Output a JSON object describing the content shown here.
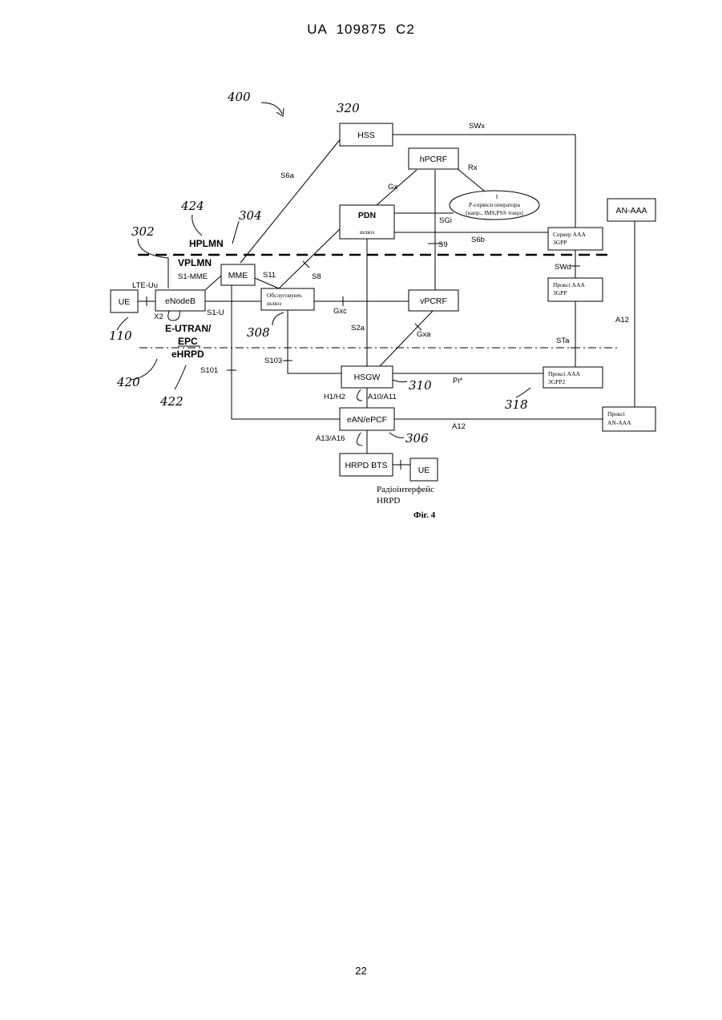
{
  "header": {
    "publication": "UA   109875   C2"
  },
  "footer": {
    "page_number": "22"
  },
  "figure": {
    "ref_numbers": {
      "r400": "400",
      "r320": "320",
      "r424": "424",
      "r304": "304",
      "r302": "302",
      "r110": "110",
      "r308": "308",
      "r420": "420",
      "r422": "422",
      "r310": "310",
      "r318": "318",
      "r306": "306"
    },
    "domains": {
      "hplmn": "HPLMN",
      "vplmn": "VPLMN",
      "eutran": "E-UTRAN/",
      "epc": "EPC",
      "ehrpd": "eHRPD"
    },
    "nodes": {
      "hss": "HSS",
      "hpcrf": "hPCRF",
      "ip_services_line1": "I",
      "ip_services_line2": "P-сервіси оператора",
      "ip_services_line3": "(напр., IMS,PSS тощо)",
      "pdn_line1": "PDN",
      "pdn_line2": "шлюз",
      "an_aaa": "AN-AAA",
      "aaa_server_line1": "Сервер ААА",
      "aaa_server_line2": "3GPP",
      "mme": "MME",
      "ue_lte": "UE",
      "enodeb": "eNodeB",
      "serving_gw_line1": "Обслуговуюч.",
      "serving_gw_line2": "шлюз",
      "vpcrf": "vPCRF",
      "aaa_proxy_line1": "Проксі ААА",
      "aaa_proxy_line2": "3GPP",
      "hsgw": "HSGW",
      "aaa_proxy2_line1": "Проксі ААА",
      "aaa_proxy2_line2": "3GPP2",
      "ean_epcf": "eAN/ePCF",
      "an_aaa_proxy_line1": "Проксі",
      "an_aaa_proxy_line2": "AN-AAA",
      "hrpd_bts": "HRPD BTS",
      "ue_hrpd": "UE"
    },
    "interfaces": {
      "swx": "SWx",
      "rx": "Rx",
      "gx": "Gx",
      "s6a": "S6a",
      "sgi": "SGi",
      "s6b": "S6b",
      "s9": "S9",
      "swd": "SWd",
      "s11": "S11",
      "s8": "S8",
      "s1_mme": "S1-MME",
      "lte_uu": "LTE-Uu",
      "s1_u": "S1-U",
      "x2": "X2",
      "gxc": "Gxc",
      "a12_right": "A12",
      "s2a": "S2a",
      "gxa": "Gxa",
      "sta": "STa",
      "s103": "S103",
      "s101": "S101",
      "pi": "Pi*",
      "h1h2": "H1/H2",
      "a10a11": "A10/A11",
      "a12_bottom": "A12",
      "a13a16": "A13/A16"
    },
    "caption": {
      "air_interface_line1": "Радіоінтерфейс",
      "air_interface_line2": "HRPD",
      "figure_label": "Фіг. 4"
    }
  }
}
